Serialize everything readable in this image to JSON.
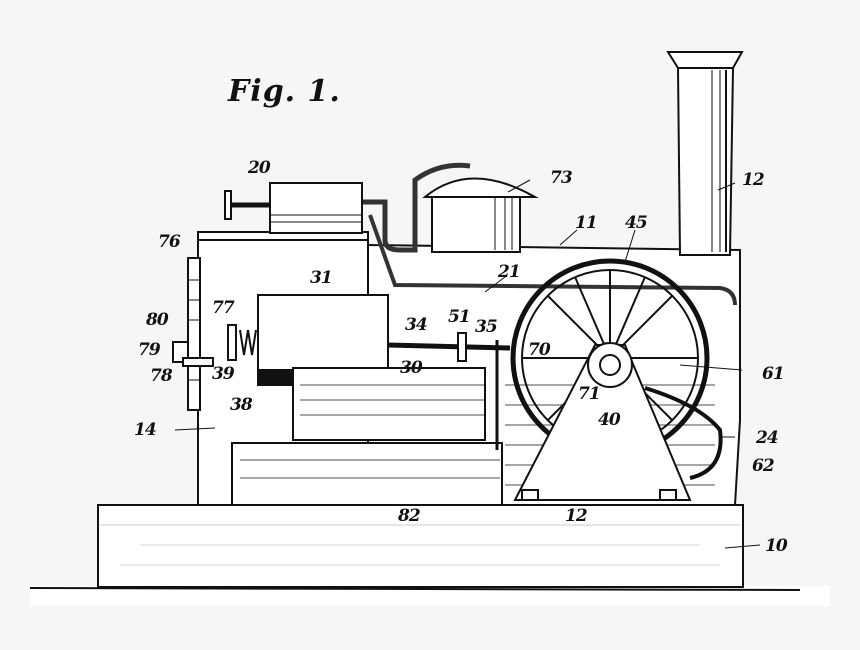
{
  "figure": {
    "title": "Fig. 1.",
    "background_color": "#f6f6f6",
    "line_color": "#111111"
  },
  "labels": {
    "l20": "20",
    "l73": "73",
    "l12_top": "12",
    "l11": "11",
    "l45": "45",
    "l21_top": "21",
    "l76": "76",
    "l31": "31",
    "l80": "80",
    "l77": "77",
    "l79": "79",
    "l78": "78",
    "l39": "39",
    "l38": "38",
    "l14": "14",
    "l34": "34",
    "l51": "51",
    "l35": "35",
    "l30": "30",
    "l70": "70",
    "l71": "71",
    "l40": "40",
    "l61": "61",
    "l24": "24",
    "l62": "62",
    "l82": "82",
    "l12_bottom": "12",
    "l10": "10"
  }
}
